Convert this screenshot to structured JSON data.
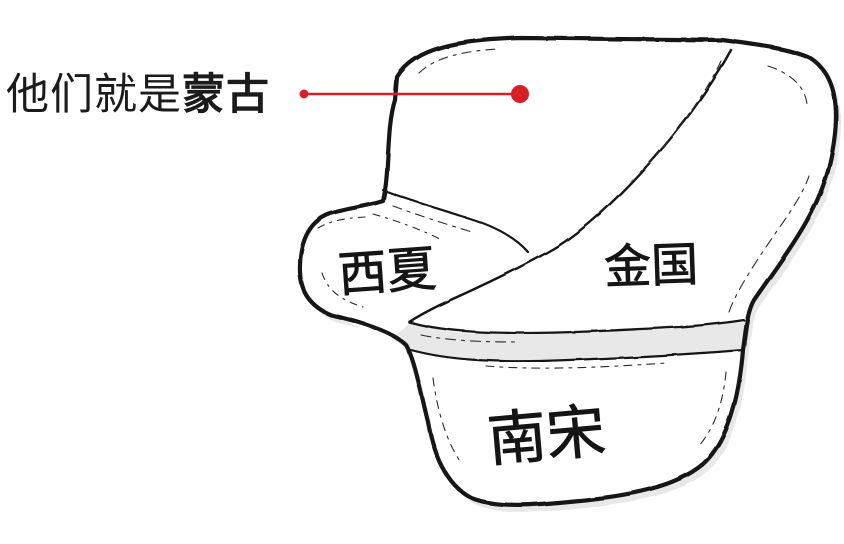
{
  "callout": {
    "prefix": "他们就是",
    "highlight": "蒙古"
  },
  "regions": {
    "xixia": "西夏",
    "jinguo": "金国",
    "nansong": "南宋"
  },
  "colors": {
    "accent": "#d91f26",
    "ink": "#151515",
    "background": "#ffffff"
  }
}
